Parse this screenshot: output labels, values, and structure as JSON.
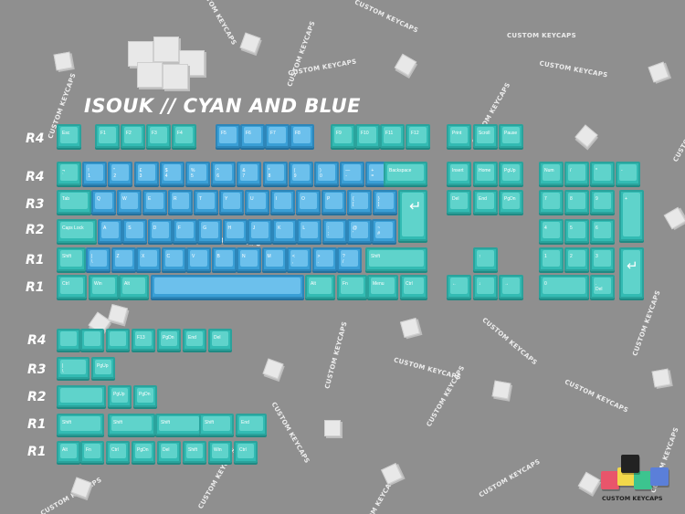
{
  "title": "ISOUK // CYAN AND BLUE",
  "watermark_text": "CUSTOM KEYCAPS",
  "logo": {
    "text": "CUSTOM KEYCAPS",
    "colors": [
      "#e8556b",
      "#f2d84a",
      "#3cc48f",
      "#5b7fd9",
      "#9d6bd6",
      "#222222"
    ]
  },
  "colors": {
    "background": "#8f8f8f",
    "teal": "#5fd3cb",
    "blue": "#6cc0ec",
    "label": "#ffffff"
  },
  "row_labels": {
    "main": [
      "R4",
      "R4",
      "R3",
      "R2",
      "R1",
      "R1"
    ],
    "extras": [
      "R4",
      "R3",
      "R2",
      "R1",
      "R1"
    ]
  },
  "keys": {
    "fn_row": [
      "Esc",
      "F1",
      "F2",
      "F3",
      "F4",
      "F5",
      "F6",
      "F7",
      "F8",
      "F9",
      "F10",
      "F11",
      "F12",
      "Print",
      "Scroll",
      "Pause"
    ],
    "number_row": [
      "¬\n`",
      "!\n1",
      "\"\n2",
      "£\n3",
      "$\n4",
      "%\n5",
      "^\n6",
      "&\n7",
      "*\n8",
      "(\n9",
      ")\n0",
      "—\n-",
      "+\n=",
      "Backspace"
    ],
    "nav_row4": [
      "Insert",
      "Home",
      "PgUp"
    ],
    "numpad_row4": [
      "Num",
      "/",
      "*",
      "-"
    ],
    "q_row": [
      "Tab",
      "Q",
      "W",
      "E",
      "R",
      "T",
      "Y",
      "U",
      "I",
      "O",
      "P",
      "{\n[",
      "}\n]"
    ],
    "nav_row3": [
      "Del",
      "End",
      "PgDn"
    ],
    "numpad_row3": [
      "7",
      "8",
      "9",
      "+"
    ],
    "a_row": [
      "Caps Lock",
      "A",
      "S",
      "D",
      "F",
      "G",
      "H",
      "J",
      "K",
      "L",
      ":\n;",
      "@\n'",
      "~\n#"
    ],
    "numpad_row2": [
      "4",
      "5",
      "6"
    ],
    "z_row": [
      "Shift",
      "|\n\\",
      "Z",
      "X",
      "C",
      "V",
      "B",
      "N",
      "M",
      "<\n,",
      ">\n.",
      "?\n/",
      "Shift"
    ],
    "up_arrow": "↑",
    "numpad_row1": [
      "1",
      "2",
      "3"
    ],
    "bottom_row": [
      "Ctrl",
      "Win",
      "Alt",
      "",
      "Alt",
      "Fn",
      "Menu",
      "Ctrl"
    ],
    "arrows": [
      "←",
      "↓",
      "→"
    ],
    "numpad_bottom": [
      "0",
      ".\nDel"
    ],
    "extras_r4": [
      "",
      "",
      "",
      "F13",
      "PgDn",
      "End",
      "Del"
    ],
    "extras_r3": [
      "|\n\\",
      "PgUp"
    ],
    "extras_r2": [
      "",
      "PgUp",
      "PgDn"
    ],
    "extras_r1a": [
      "Shift",
      "Shift",
      "Shift",
      "Shift",
      "End"
    ],
    "extras_r1b": [
      "Alt",
      "Fn",
      "Ctrl",
      "PgDn",
      "Del",
      "Shift",
      "Win",
      "Ctrl"
    ]
  }
}
